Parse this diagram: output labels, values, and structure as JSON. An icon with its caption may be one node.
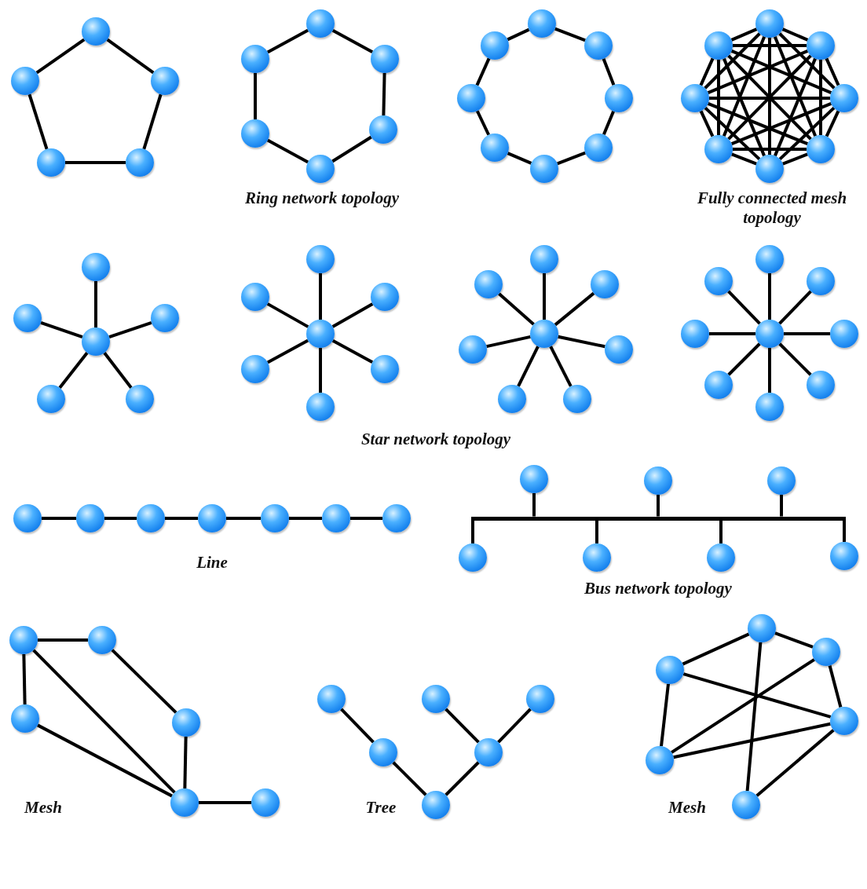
{
  "diagram": {
    "nodes": [
      {
        "text": [],
        "shape": "circle"
      },
      {
        "text": [],
        "shape": "circle"
      },
      {
        "text": [],
        "shape": "circle"
      },
      {
        "text": [],
        "shape": "circle"
      },
      {
        "text": [],
        "shape": "circle"
      },
      {
        "text": [],
        "shape": "circle"
      },
      {
        "text": [],
        "shape": "circle"
      },
      {
        "text": [],
        "shape": "circle"
      },
      {
        "text": [],
        "shape": "circle"
      },
      {
        "text": [],
        "shape": "circle"
      },
      {
        "text": [],
        "shape": "circle"
      },
      {
        "text": [],
        "shape": "circle"
      },
      {
        "text": [],
        "shape": "circle"
      },
      {
        "text": [],
        "shape": "circle"
      },
      {
        "text": [],
        "shape": "circle"
      },
      {
        "text": [],
        "shape": "circle"
      },
      {
        "text": [],
        "shape": "circle"
      },
      {
        "text": [],
        "shape": "circle"
      },
      {
        "text": [],
        "shape": "circle"
      },
      {
        "text": [],
        "shape": "circle"
      },
      {
        "text": [],
        "shape": "circle"
      },
      {
        "text": [],
        "shape": "circle"
      },
      {
        "text": [],
        "shape": "circle"
      },
      {
        "text": [],
        "shape": "circle"
      },
      {
        "text": [],
        "shape": "circle"
      },
      {
        "text": [],
        "shape": "circle"
      },
      {
        "text": [],
        "shape": "circle"
      },
      {
        "text": [],
        "shape": "circle"
      },
      {
        "text": [],
        "shape": "circle"
      },
      {
        "text": [],
        "shape": "circle"
      },
      {
        "text": [],
        "shape": "circle"
      },
      {
        "text": [],
        "shape": "circle"
      },
      {
        "text": [],
        "shape": "circle"
      },
      {
        "text": [],
        "shape": "circle"
      },
      {
        "text": [],
        "shape": "circle"
      },
      {
        "text": [],
        "shape": "circle"
      },
      {
        "text": [],
        "shape": "circle"
      },
      {
        "text": [],
        "shape": "circle"
      },
      {
        "text": [],
        "shape": "circle"
      },
      {
        "text": [],
        "shape": "circle"
      },
      {
        "text": [],
        "shape": "circle"
      },
      {
        "text": [],
        "shape": "circle"
      },
      {
        "text": [],
        "shape": "circle"
      },
      {
        "text": [],
        "shape": "circle"
      },
      {
        "text": [],
        "shape": "circle"
      },
      {
        "text": [],
        "shape": "circle"
      },
      {
        "text": [],
        "shape": "circle"
      },
      {
        "text": [],
        "shape": "circle"
      },
      {
        "text": [],
        "shape": "circle"
      },
      {
        "text": [],
        "shape": "circle"
      },
      {
        "text": [],
        "shape": "circle"
      },
      {
        "text": [],
        "shape": "circle"
      },
      {
        "text": [],
        "shape": "circle"
      },
      {
        "text": [],
        "shape": "circle"
      },
      {
        "text": [],
        "shape": "circle"
      },
      {
        "text": [],
        "shape": "circle"
      },
      {
        "text": [],
        "shape": "circle"
      },
      {
        "text": [],
        "shape": "circle"
      },
      {
        "text": [],
        "shape": "circle"
      },
      {
        "text": [],
        "shape": "circle"
      },
      {
        "text": [],
        "shape": "circle"
      },
      {
        "text": [],
        "shape": "circle"
      },
      {
        "text": [],
        "shape": "circle"
      },
      {
        "text": [],
        "shape": "circle"
      },
      {
        "text": [],
        "shape": "bar"
      },
      {
        "text": [],
        "shape": "circle"
      },
      {
        "text": [],
        "shape": "circle"
      },
      {
        "text": [],
        "shape": "circle"
      },
      {
        "text": [],
        "shape": "circle"
      },
      {
        "text": [],
        "shape": "circle"
      },
      {
        "text": [],
        "shape": "circle"
      },
      {
        "text": [],
        "shape": "circle"
      },
      {
        "text": [],
        "shape": "circle"
      },
      {
        "text": [],
        "shape": "circle"
      },
      {
        "text": [],
        "shape": "circle"
      },
      {
        "text": [],
        "shape": "circle"
      },
      {
        "text": [],
        "shape": "circle"
      },
      {
        "text": [],
        "shape": "circle"
      },
      {
        "text": [],
        "shape": "circle"
      },
      {
        "text": [],
        "shape": "circle"
      },
      {
        "text": [],
        "shape": "circle"
      },
      {
        "text": [],
        "shape": "circle"
      },
      {
        "text": [],
        "shape": "circle"
      },
      {
        "text": [],
        "shape": "circle"
      },
      {
        "text": [],
        "shape": "circle"
      },
      {
        "text": [],
        "shape": "circle"
      },
      {
        "text": [],
        "shape": "circle"
      },
      {
        "text": [],
        "shape": "circle"
      },
      {
        "text": [],
        "shape": "circle"
      },
      {
        "text": [],
        "shape": "circle"
      }
    ],
    "edges": [
      {
        "from": 0,
        "to": 1,
        "arrow": "none"
      },
      {
        "from": 1,
        "to": 2,
        "arrow": "none"
      },
      {
        "from": 2,
        "to": 3,
        "arrow": "none"
      },
      {
        "from": 3,
        "to": 4,
        "arrow": "none"
      },
      {
        "from": 4,
        "to": 0,
        "arrow": "none"
      },
      {
        "from": 5,
        "to": 6,
        "arrow": "none"
      },
      {
        "from": 6,
        "to": 7,
        "arrow": "none"
      },
      {
        "from": 7,
        "to": 8,
        "arrow": "none"
      },
      {
        "from": 8,
        "to": 9,
        "arrow": "none"
      },
      {
        "from": 9,
        "to": 10,
        "arrow": "none"
      },
      {
        "from": 10,
        "to": 5,
        "arrow": "none"
      },
      {
        "from": 11,
        "to": 12,
        "arrow": "none"
      },
      {
        "from": 12,
        "to": 13,
        "arrow": "none"
      },
      {
        "from": 13,
        "to": 14,
        "arrow": "none"
      },
      {
        "from": 14,
        "to": 15,
        "arrow": "none"
      },
      {
        "from": 15,
        "to": 16,
        "arrow": "none"
      },
      {
        "from": 16,
        "to": 17,
        "arrow": "none"
      },
      {
        "from": 17,
        "to": 18,
        "arrow": "none"
      },
      {
        "from": 18,
        "to": 11,
        "arrow": "none"
      },
      {
        "from": 19,
        "to": 20,
        "arrow": "none"
      },
      {
        "from": 19,
        "to": 21,
        "arrow": "none"
      },
      {
        "from": 19,
        "to": 22,
        "arrow": "none"
      },
      {
        "from": 19,
        "to": 23,
        "arrow": "none"
      },
      {
        "from": 19,
        "to": 24,
        "arrow": "none"
      },
      {
        "from": 19,
        "to": 25,
        "arrow": "none"
      },
      {
        "from": 19,
        "to": 26,
        "arrow": "none"
      },
      {
        "from": 20,
        "to": 21,
        "arrow": "none"
      },
      {
        "from": 20,
        "to": 22,
        "arrow": "none"
      },
      {
        "from": 20,
        "to": 23,
        "arrow": "none"
      },
      {
        "from": 20,
        "to": 24,
        "arrow": "none"
      },
      {
        "from": 20,
        "to": 25,
        "arrow": "none"
      },
      {
        "from": 20,
        "to": 26,
        "arrow": "none"
      },
      {
        "from": 21,
        "to": 22,
        "arrow": "none"
      },
      {
        "from": 21,
        "to": 23,
        "arrow": "none"
      },
      {
        "from": 21,
        "to": 24,
        "arrow": "none"
      },
      {
        "from": 21,
        "to": 25,
        "arrow": "none"
      },
      {
        "from": 21,
        "to": 26,
        "arrow": "none"
      },
      {
        "from": 22,
        "to": 23,
        "arrow": "none"
      },
      {
        "from": 22,
        "to": 24,
        "arrow": "none"
      },
      {
        "from": 22,
        "to": 25,
        "arrow": "none"
      },
      {
        "from": 22,
        "to": 26,
        "arrow": "none"
      },
      {
        "from": 23,
        "to": 24,
        "arrow": "none"
      },
      {
        "from": 23,
        "to": 25,
        "arrow": "none"
      },
      {
        "from": 23,
        "to": 26,
        "arrow": "none"
      },
      {
        "from": 24,
        "to": 25,
        "arrow": "none"
      },
      {
        "from": 24,
        "to": 26,
        "arrow": "none"
      },
      {
        "from": 25,
        "to": 26,
        "arrow": "none"
      },
      {
        "from": 27,
        "to": 28,
        "arrow": "none"
      },
      {
        "from": 27,
        "to": 29,
        "arrow": "none"
      },
      {
        "from": 27,
        "to": 30,
        "arrow": "none"
      },
      {
        "from": 27,
        "to": 31,
        "arrow": "none"
      },
      {
        "from": 27,
        "to": 32,
        "arrow": "none"
      },
      {
        "from": 33,
        "to": 34,
        "arrow": "none"
      },
      {
        "from": 33,
        "to": 35,
        "arrow": "none"
      },
      {
        "from": 33,
        "to": 36,
        "arrow": "none"
      },
      {
        "from": 33,
        "to": 37,
        "arrow": "none"
      },
      {
        "from": 33,
        "to": 38,
        "arrow": "none"
      },
      {
        "from": 33,
        "to": 39,
        "arrow": "none"
      },
      {
        "from": 40,
        "to": 41,
        "arrow": "none"
      },
      {
        "from": 40,
        "to": 42,
        "arrow": "none"
      },
      {
        "from": 40,
        "to": 43,
        "arrow": "none"
      },
      {
        "from": 40,
        "to": 44,
        "arrow": "none"
      },
      {
        "from": 40,
        "to": 45,
        "arrow": "none"
      },
      {
        "from": 40,
        "to": 46,
        "arrow": "none"
      },
      {
        "from": 40,
        "to": 47,
        "arrow": "none"
      },
      {
        "from": 48,
        "to": 49,
        "arrow": "none"
      },
      {
        "from": 48,
        "to": 50,
        "arrow": "none"
      },
      {
        "from": 48,
        "to": 51,
        "arrow": "none"
      },
      {
        "from": 48,
        "to": 52,
        "arrow": "none"
      },
      {
        "from": 48,
        "to": 53,
        "arrow": "none"
      },
      {
        "from": 48,
        "to": 54,
        "arrow": "none"
      },
      {
        "from": 48,
        "to": 55,
        "arrow": "none"
      },
      {
        "from": 48,
        "to": 56,
        "arrow": "none"
      },
      {
        "from": 57,
        "to": 58,
        "arrow": "none"
      },
      {
        "from": 58,
        "to": 59,
        "arrow": "none"
      },
      {
        "from": 59,
        "to": 60,
        "arrow": "none"
      },
      {
        "from": 60,
        "to": 61,
        "arrow": "none"
      },
      {
        "from": 61,
        "to": 62,
        "arrow": "none"
      },
      {
        "from": 62,
        "to": 63,
        "arrow": "none"
      },
      {
        "from": 65,
        "to": 64,
        "arrow": "none"
      },
      {
        "from": 66,
        "to": 64,
        "arrow": "none"
      },
      {
        "from": 67,
        "to": 64,
        "arrow": "none"
      },
      {
        "from": 68,
        "to": 64,
        "arrow": "none"
      },
      {
        "from": 69,
        "to": 64,
        "arrow": "none"
      },
      {
        "from": 70,
        "to": 64,
        "arrow": "none"
      },
      {
        "from": 71,
        "to": 64,
        "arrow": "none"
      },
      {
        "from": 72,
        "to": 73,
        "arrow": "none"
      },
      {
        "from": 72,
        "to": 74,
        "arrow": "none"
      },
      {
        "from": 72,
        "to": 76,
        "arrow": "none"
      },
      {
        "from": 73,
        "to": 75,
        "arrow": "none"
      },
      {
        "from": 75,
        "to": 76,
        "arrow": "none"
      },
      {
        "from": 74,
        "to": 76,
        "arrow": "none"
      },
      {
        "from": 76,
        "to": 77,
        "arrow": "none"
      },
      {
        "from": 78,
        "to": 79,
        "arrow": "none"
      },
      {
        "from": 79,
        "to": 83,
        "arrow": "none"
      },
      {
        "from": 80,
        "to": 81,
        "arrow": "none"
      },
      {
        "from": 82,
        "to": 81,
        "arrow": "none"
      },
      {
        "from": 81,
        "to": 83,
        "arrow": "none"
      },
      {
        "from": 86,
        "to": 84,
        "arrow": "none"
      },
      {
        "from": 84,
        "to": 85,
        "arrow": "none"
      },
      {
        "from": 85,
        "to": 87,
        "arrow": "none"
      },
      {
        "from": 86,
        "to": 87,
        "arrow": "none"
      },
      {
        "from": 86,
        "to": 88,
        "arrow": "none"
      },
      {
        "from": 88,
        "to": 85,
        "arrow": "none"
      },
      {
        "from": 88,
        "to": 87,
        "arrow": "none"
      },
      {
        "from": 84,
        "to": 89,
        "arrow": "none"
      },
      {
        "from": 89,
        "to": 87,
        "arrow": "none"
      }
    ],
    "labels": [
      "Ring network topology",
      "Fully connected mesh topology",
      "Star network topology",
      "Line",
      "Bus network topology",
      "Mesh",
      "Tree",
      "Mesh"
    ]
  }
}
